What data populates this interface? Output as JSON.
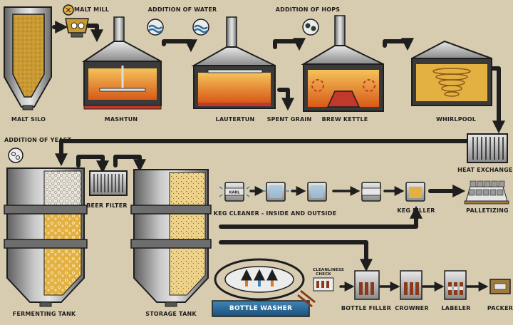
{
  "labels": {
    "malt_silo": "MALT SILO",
    "malt_mill": "MALT MILL",
    "addition_of_water": "ADDITION OF WATER",
    "addition_of_hops": "ADDITION OF HOPS",
    "mashtun": "MASHTUN",
    "lautertun": "LAUTERTUN",
    "spent_grain": "SPENT GRAIN",
    "brew_kettle": "BREW KETTLE",
    "whirlpool": "WHIRLPOOL",
    "heat_exchanger": "HEAT EXCHANGER",
    "addition_of_yeast": "ADDITION OF YEAST",
    "beer_filter": "BEER FILTER",
    "keg_cleaner": "KEG CLEANER - INSIDE AND OUTSIDE",
    "keg_filler": "KEG FILLER",
    "palletizing": "PALLETIZING",
    "fermenting_tank": "FERMENTING TANK",
    "storage_tank": "STORAGE TANK",
    "bottle_washer": "BOTTLE WASHER",
    "cleanliness_check": "CLEANLINESS CHECK",
    "bottle_filler": "BOTTLE FILLER",
    "crowner": "CROWNER",
    "labeler": "LABELER",
    "packer": "PACKER",
    "keg_text": "KARL"
  },
  "colors": {
    "background": "#d8ccb0",
    "outline": "#1e1e1e",
    "steel": "#9a9a9a",
    "malt": "#c99a32",
    "heat": "#e07a1e",
    "water": "#2e6f9e",
    "beer": "#e3b042",
    "hot_red": "#c0392b"
  }
}
